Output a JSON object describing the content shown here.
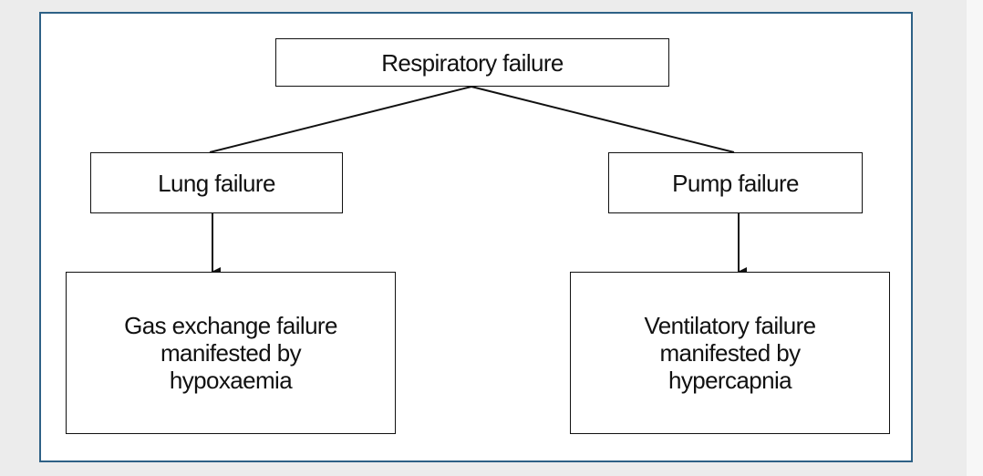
{
  "diagram": {
    "nodes": {
      "root": "Respiratory failure",
      "lung": "Lung failure",
      "pump": "Pump failure",
      "gas_exchange": "Gas exchange failure\nmanifested by\nhypoxaemia",
      "ventilatory": "Ventilatory failure\nmanifested by\nhypercapnia"
    },
    "edges": [
      {
        "from": "root",
        "to": "lung",
        "style": "line"
      },
      {
        "from": "root",
        "to": "pump",
        "style": "line"
      },
      {
        "from": "lung",
        "to": "gas_exchange",
        "style": "arrow"
      },
      {
        "from": "pump",
        "to": "ventilatory",
        "style": "arrow"
      }
    ],
    "colors": {
      "frame_border": "#2e6186",
      "line": "#111111",
      "background": "#ececec"
    }
  }
}
